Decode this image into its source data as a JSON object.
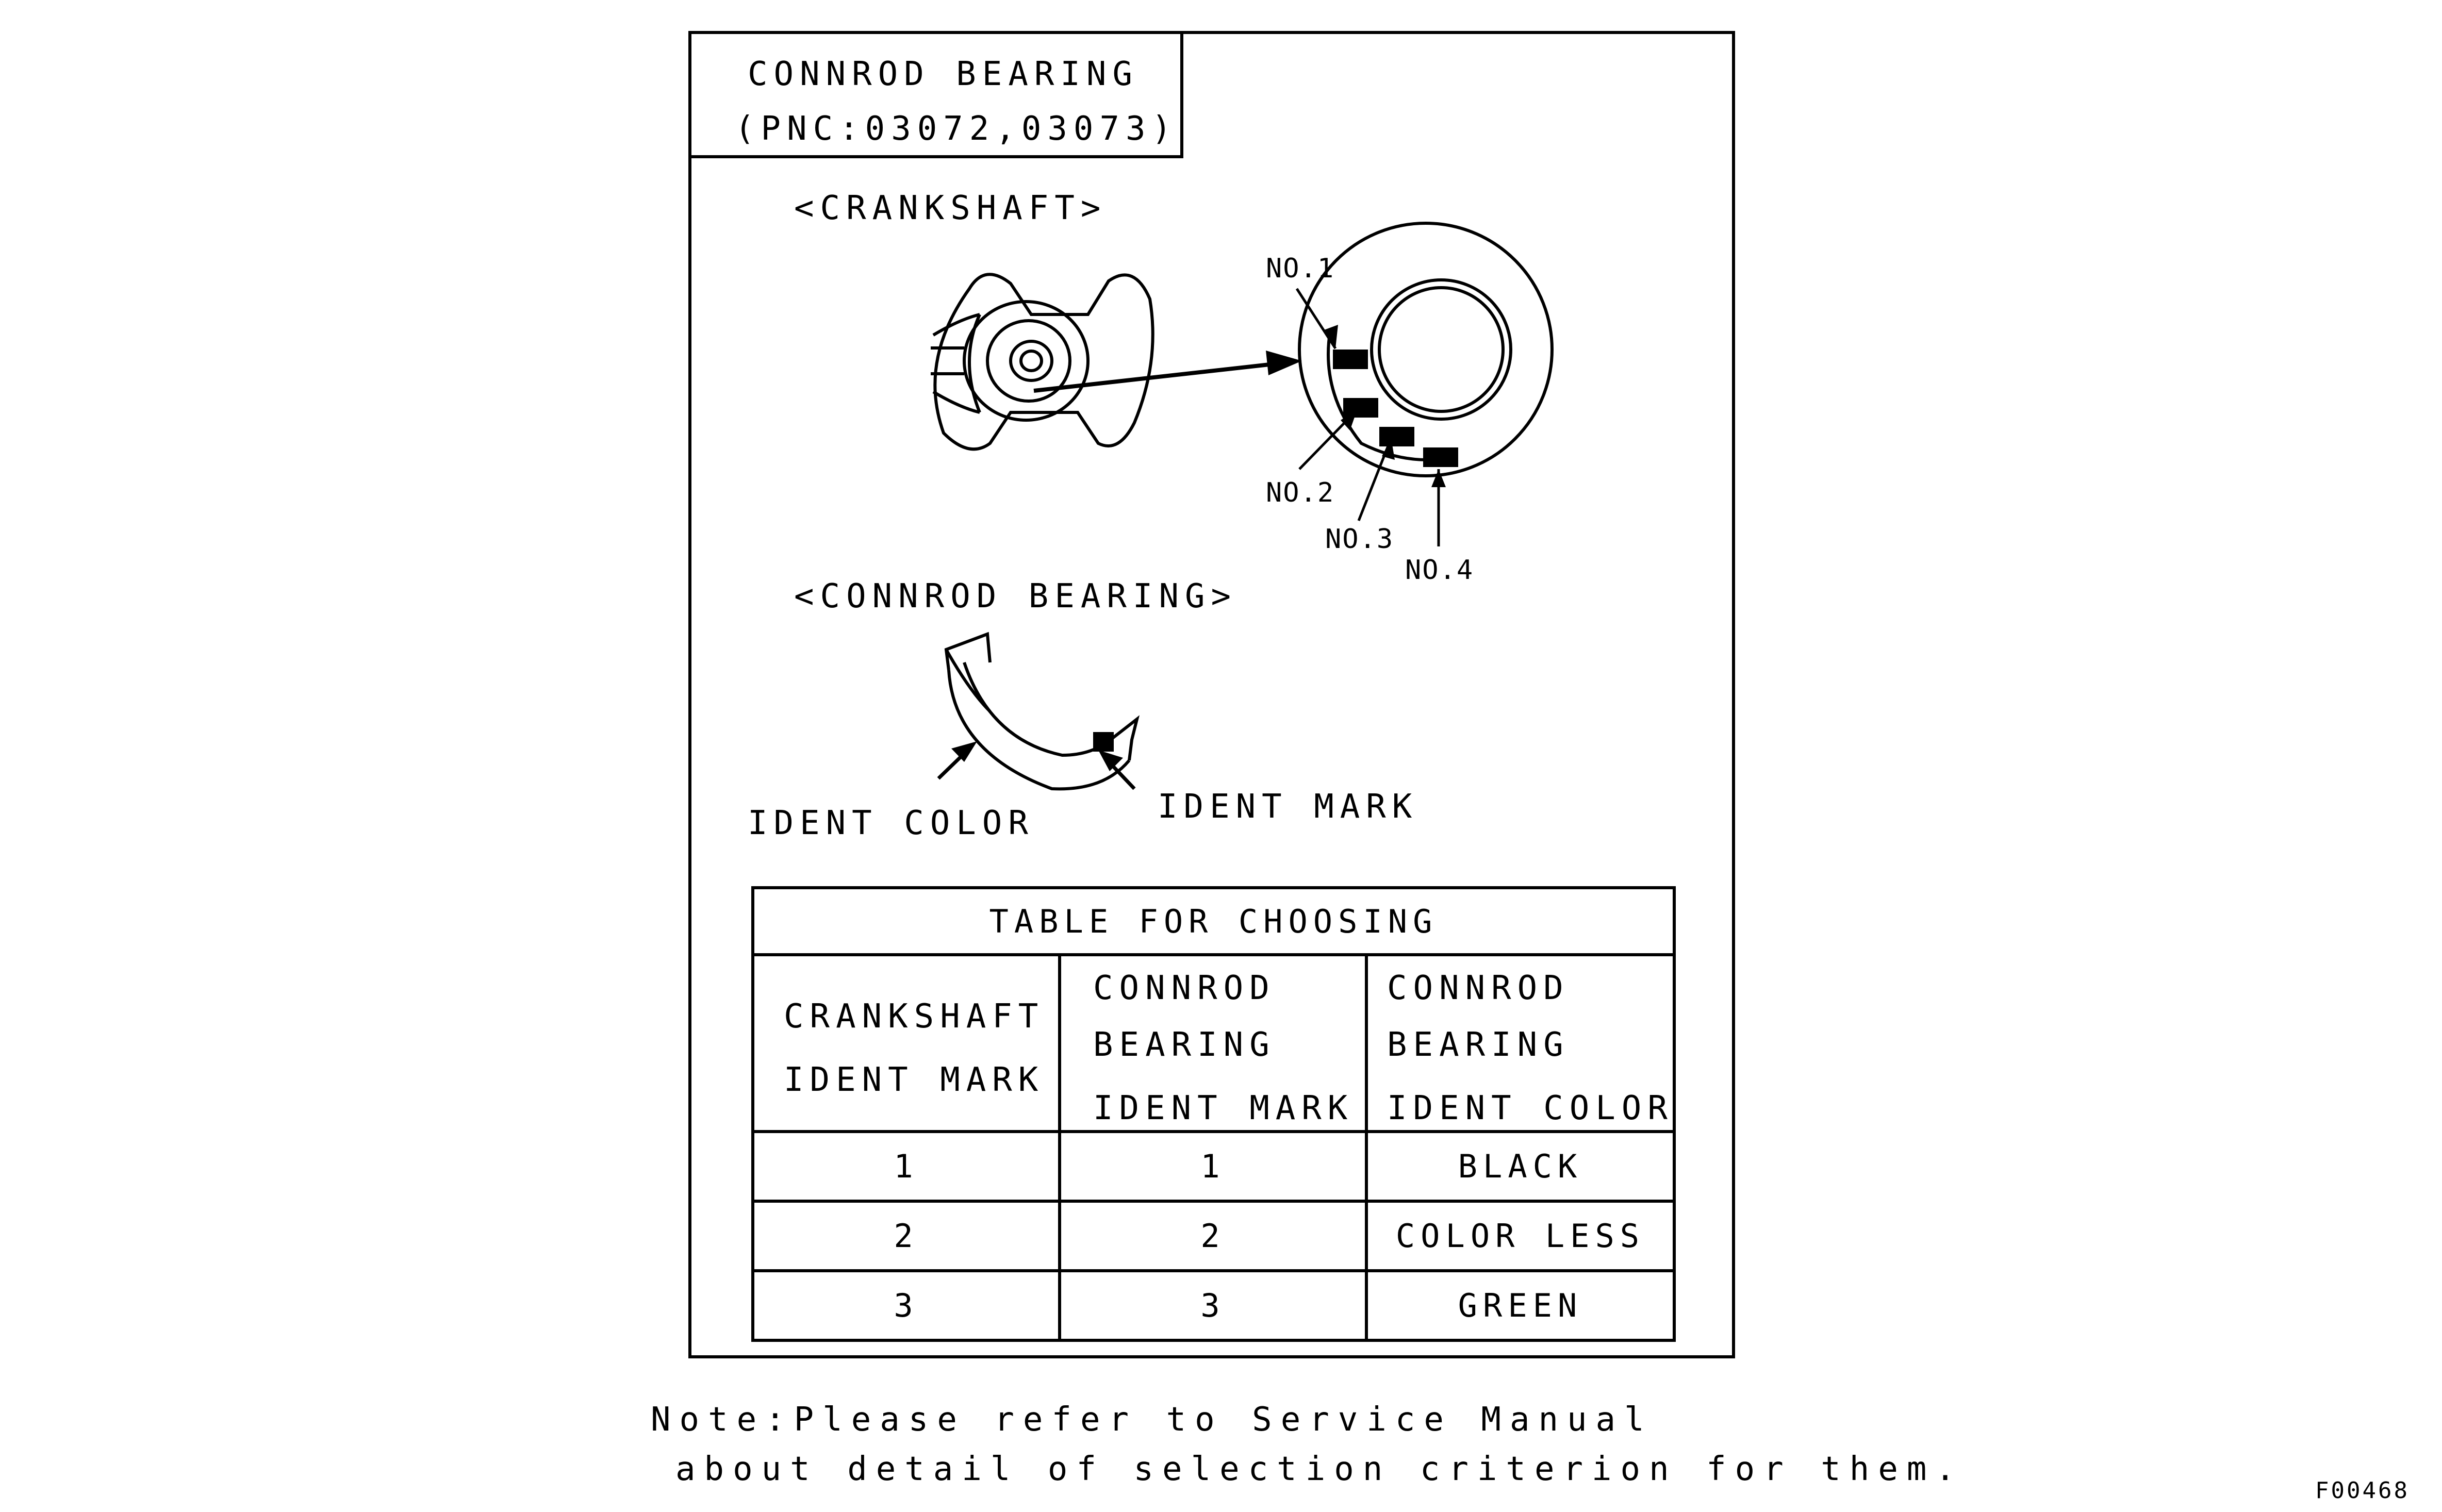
{
  "title": {
    "line1": "CONNROD BEARING",
    "line2": "(PNC:03072,03073)"
  },
  "crankshaft": {
    "heading": "<CRANKSHAFT>",
    "marks": [
      "NO.1",
      "NO.2",
      "NO.3",
      "NO.4"
    ]
  },
  "bearing": {
    "heading": "<CONNROD BEARING>",
    "ident_color_label": "IDENT COLOR",
    "ident_mark_label": "IDENT MARK"
  },
  "table": {
    "title": "TABLE FOR CHOOSING",
    "headers": [
      [
        "CRANKSHAFT",
        "IDENT MARK"
      ],
      [
        "CONNROD",
        "BEARING",
        "IDENT MARK"
      ],
      [
        "CONNROD",
        "BEARING",
        "IDENT COLOR"
      ]
    ],
    "rows": [
      [
        "1",
        "1",
        "BLACK"
      ],
      [
        "2",
        "2",
        "COLOR LESS"
      ],
      [
        "3",
        "3",
        "GREEN"
      ]
    ]
  },
  "note": {
    "line1": "Note:Please refer to Service Manual",
    "line2": "about detail of selection criterion for them."
  },
  "figure_code": "F00468"
}
